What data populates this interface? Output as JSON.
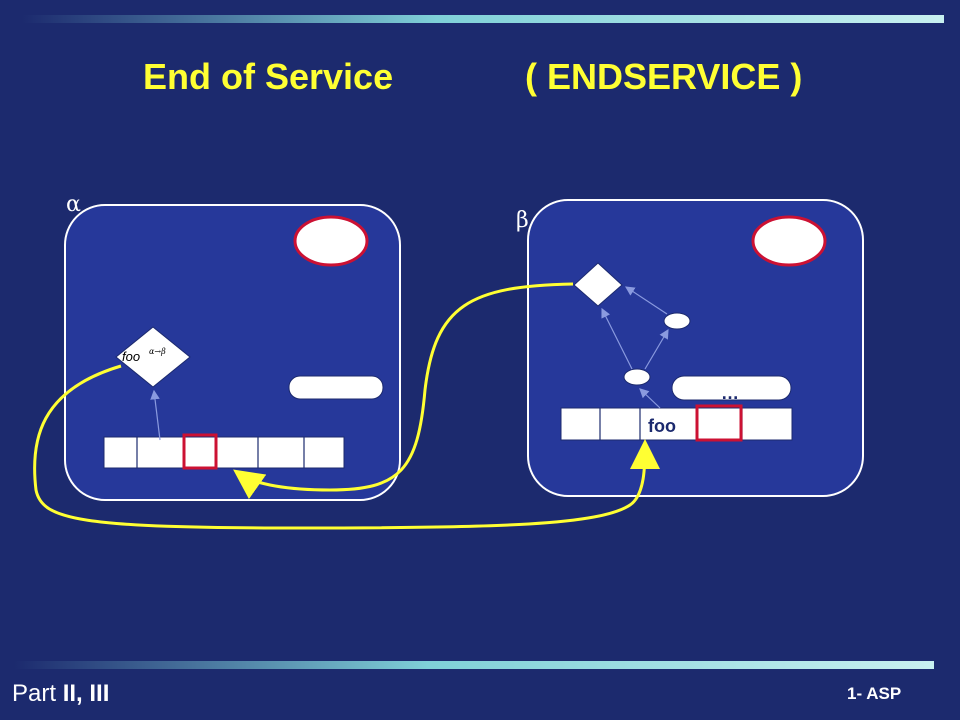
{
  "slide": {
    "title_left": "End of Service",
    "title_right": "( ENDSERVICE )",
    "activity_alpha_label": "α",
    "activity_beta_label": "β",
    "request_label": "foo",
    "future_label": "foo",
    "future_superscript": "α→β",
    "queue_ellipsis": "…",
    "footer_part_prefix": "Part ",
    "footer_part_bold": "II, III",
    "footer_course": "1- ASP"
  },
  "colors": {
    "background": "#1c2a6e",
    "title": "#ffff33",
    "box_fill": "#26389a",
    "arrow_yellow": "#ffff33",
    "highlight_red": "#cc1133",
    "arrow_thin": "#8a9adf"
  }
}
